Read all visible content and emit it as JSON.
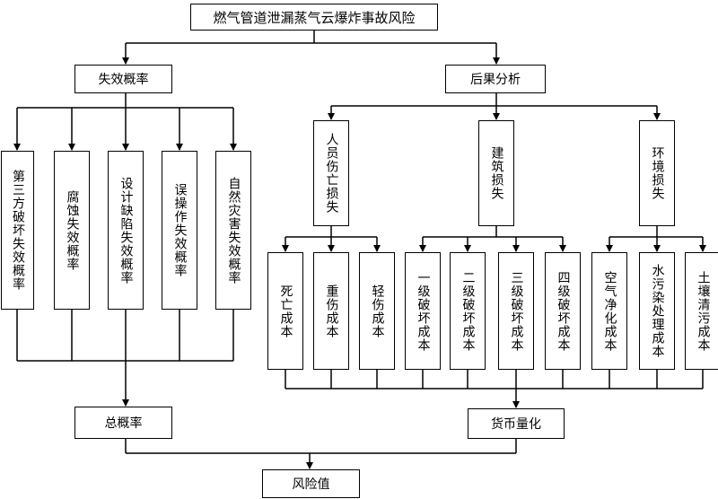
{
  "title": "燃气管道泄漏蒸气云爆炸事故风险",
  "failure_probability": {
    "label": "失效概率",
    "items": [
      "第三方破坏失效概率",
      "腐蚀失效概率",
      "设计缺陷失效概率",
      "误操作失效概率",
      "自然灾害失效概率"
    ]
  },
  "consequence_analysis": {
    "label": "后果分析",
    "groups": [
      {
        "label": "人员伤亡损失",
        "items": [
          "死亡成本",
          "重伤成本",
          "轻伤成本"
        ]
      },
      {
        "label": "建筑损失",
        "items": [
          "一级破坏成本",
          "二级破坏成本",
          "三级破坏成本",
          "四级破坏成本"
        ]
      },
      {
        "label": "环境损失",
        "items": [
          "空气净化成本",
          "水污染处理成本",
          "土壤清污成本"
        ]
      }
    ]
  },
  "total_probability": "总概率",
  "monetization": "货币量化",
  "risk_value": "风险值"
}
